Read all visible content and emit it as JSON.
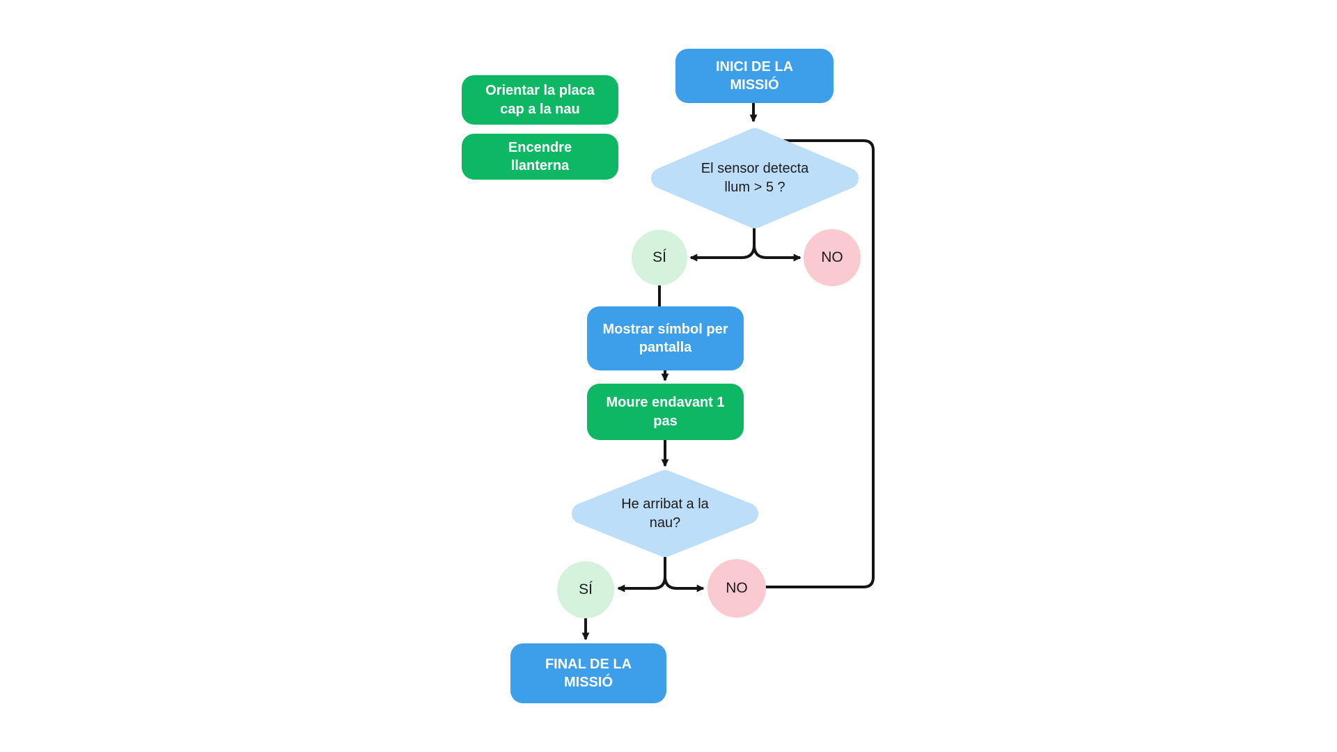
{
  "diagram": {
    "colors": {
      "process_blue": "#3d9ee9",
      "process_green": "#0eb763",
      "decision_blue": "#bddef9",
      "yes_green": "#d4f2dc",
      "no_pink": "#f9cbd1",
      "line": "#151515",
      "text_dark": "#1c1c1c",
      "text_light": "#ffffff"
    },
    "nodes": {
      "side_note_1": {
        "label": "Orientar la placa\ncap a la nau"
      },
      "side_note_2": {
        "label": "Encendre\nllanterna"
      },
      "start": {
        "label": "INICI DE LA\nMISSIÓ"
      },
      "decision_1": {
        "label": "El sensor detecta\nllum > 5 ?"
      },
      "yes_1": {
        "label": "SÍ"
      },
      "no_1": {
        "label": "NO"
      },
      "process_display": {
        "label": "Mostrar símbol per\npantalla"
      },
      "process_move": {
        "label": "Moure endavant 1\npas"
      },
      "decision_2": {
        "label": "He arribat a la\nnau?"
      },
      "yes_2": {
        "label": "SÍ"
      },
      "no_2": {
        "label": "NO"
      },
      "end": {
        "label": "FINAL DE LA\nMISSIÓ"
      }
    }
  }
}
